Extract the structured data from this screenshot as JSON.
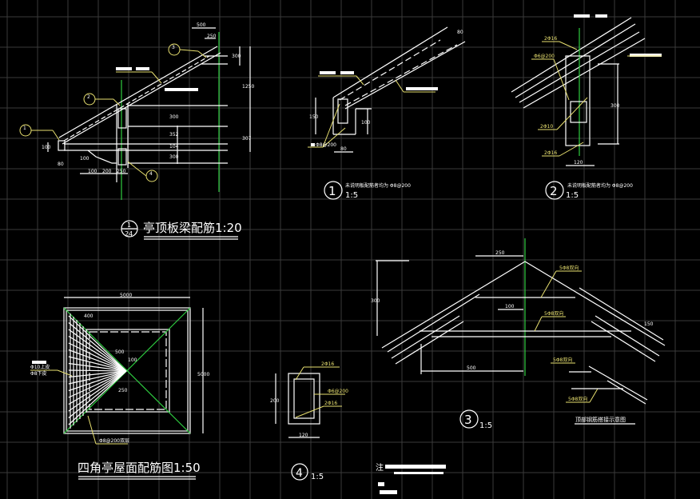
{
  "drawing": {
    "section_1_24": {
      "title": "亭顶板梁配筋1:20",
      "index_top": "1",
      "index_bottom": "24",
      "callouts": [
        "1",
        "2",
        "3",
        "4"
      ],
      "dims": [
        "500",
        "250",
        "300",
        "1250",
        "300",
        "352",
        "104",
        "300",
        "307",
        "100",
        "80",
        "100",
        "100",
        "200",
        "250"
      ]
    },
    "detail_1": {
      "number": "1",
      "scale": "1:5",
      "note": "未说明板配筋者均为 Φ8@200",
      "dims": [
        "80",
        "150",
        "100",
        "80"
      ],
      "rebar": "Φ8@200"
    },
    "detail_2": {
      "number": "2",
      "scale": "1:5",
      "note": "未说明板配筋者均为 Φ8@200",
      "dims": [
        "300",
        "120"
      ],
      "rebar": [
        "2Φ16",
        "Φ6@200",
        "2Φ10",
        "2Φ16"
      ]
    },
    "detail_3": {
      "number": "3",
      "scale": "1:5",
      "caption": "顶部钢筋搭接示意图",
      "dims": [
        "250",
        "300",
        "100",
        "500",
        "150"
      ],
      "rebar": [
        "5Φ8双向",
        "5Φ8双向",
        "5Φ8双向",
        "5Φ8双向"
      ]
    },
    "plan": {
      "title": "四角亭屋面配筋图1:50",
      "dims": [
        "5000",
        "5000",
        "400",
        "500",
        "100",
        "250"
      ],
      "rebar": [
        "Φ10上皮",
        "Φ8下皮",
        "Φ8@200双层"
      ]
    },
    "detail_4": {
      "number": "4",
      "scale": "1:5",
      "dims": [
        "200",
        "120"
      ],
      "rebar": [
        "2Φ16",
        "Φ6@200",
        "2Φ16"
      ]
    },
    "notes": {
      "label": "注"
    },
    "colors": {
      "background": "#000000",
      "grid": "#3a3a3a",
      "lines": "#ffffff",
      "leaders": "#e8e070",
      "axis": "#2ecc40"
    }
  }
}
